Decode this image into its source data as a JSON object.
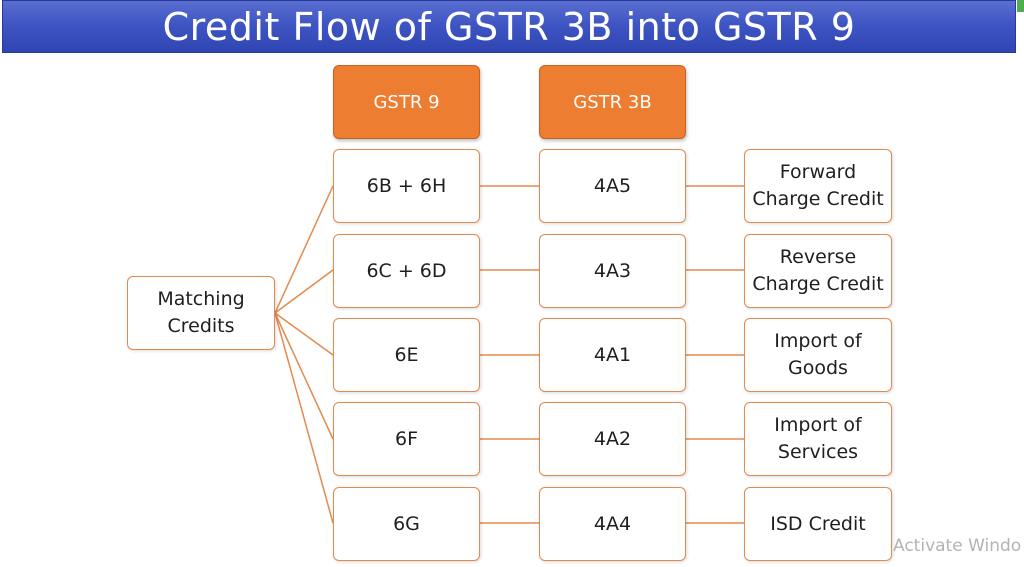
{
  "title": "Credit Flow of GSTR 3B into GSTR 9",
  "colors": {
    "title_bg": "#3f55c3",
    "header_fill": "#ed7d31",
    "box_border": "#e38a4e",
    "connector": "#e38a4e"
  },
  "root": {
    "label": "Matching\nCredits"
  },
  "headers": {
    "gstr9": "GSTR 9",
    "gstr3b": "GSTR 3B"
  },
  "rows": [
    {
      "gstr9": "6B + 6H",
      "gstr3b": "4A5",
      "credit": "Forward\nCharge Credit"
    },
    {
      "gstr9": "6C + 6D",
      "gstr3b": "4A3",
      "credit": "Reverse\nCharge Credit"
    },
    {
      "gstr9": "6E",
      "gstr3b": "4A1",
      "credit": "Import of\nGoods"
    },
    {
      "gstr9": "6F",
      "gstr3b": "4A2",
      "credit": "Import of\nServices"
    },
    {
      "gstr9": "6G",
      "gstr3b": "4A4",
      "credit": "ISD Credit"
    }
  ],
  "watermark": "Activate Windo"
}
